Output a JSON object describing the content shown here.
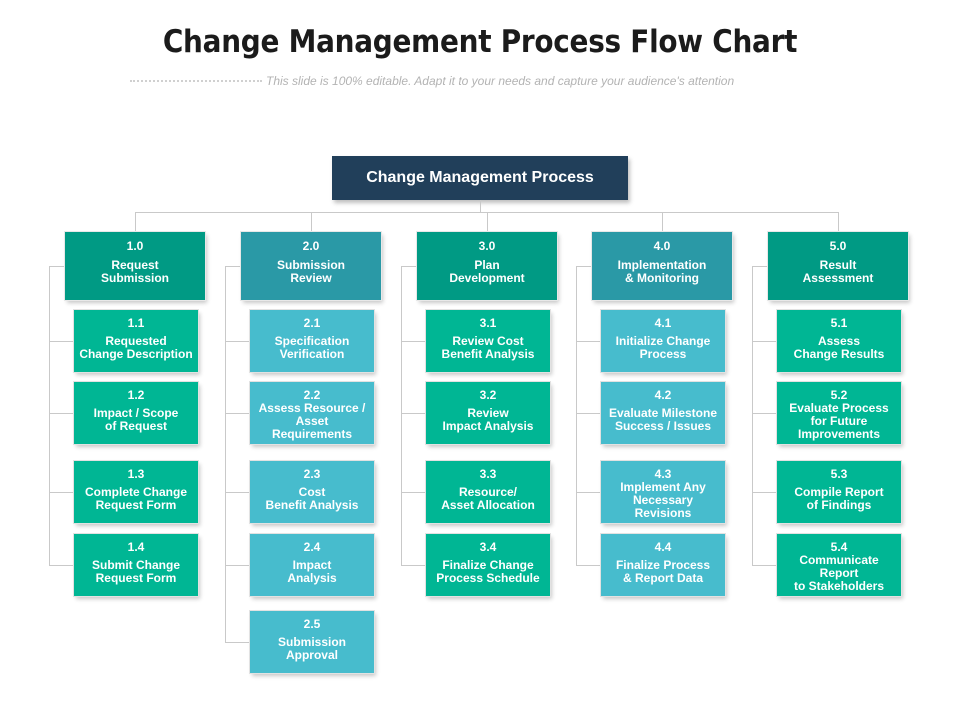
{
  "title": "Change Management Process Flow Chart",
  "subtitle": "This slide is 100% editable. Adapt it to your needs and capture your audience's attention",
  "root": "Change Management Process",
  "colors": {
    "root": "#213f5a",
    "teal_dark": "#009a84",
    "teal_mid": "#2a99a6",
    "green_sub": "#00b694",
    "cyan_sub": "#47bccd"
  },
  "columns": [
    {
      "num": "1.0",
      "label": "Request\nSubmission",
      "head_color": "teal_dark",
      "sub_color": "green_sub",
      "items": [
        {
          "num": "1.1",
          "label": "Requested\nChange Description"
        },
        {
          "num": "1.2",
          "label": "Impact / Scope\nof Request"
        },
        {
          "num": "1.3",
          "label": "Complete Change\nRequest Form"
        },
        {
          "num": "1.4",
          "label": "Submit Change\nRequest Form"
        }
      ]
    },
    {
      "num": "2.0",
      "label": "Submission\nReview",
      "head_color": "teal_mid",
      "sub_color": "cyan_sub",
      "items": [
        {
          "num": "2.1",
          "label": "Specification\nVerification"
        },
        {
          "num": "2.2",
          "label": "Assess Resource /\nAsset\nRequirements"
        },
        {
          "num": "2.3",
          "label": "Cost\nBenefit Analysis"
        },
        {
          "num": "2.4",
          "label": "Impact\nAnalysis"
        },
        {
          "num": "2.5",
          "label": "Submission\nApproval"
        }
      ]
    },
    {
      "num": "3.0",
      "label": "Plan\nDevelopment",
      "head_color": "teal_dark",
      "sub_color": "green_sub",
      "items": [
        {
          "num": "3.1",
          "label": "Review Cost\nBenefit Analysis"
        },
        {
          "num": "3.2",
          "label": "Review\nImpact Analysis"
        },
        {
          "num": "3.3",
          "label": "Resource/\nAsset Allocation"
        },
        {
          "num": "3.4",
          "label": "Finalize Change\nProcess Schedule"
        }
      ]
    },
    {
      "num": "4.0",
      "label": "Implementation\n& Monitoring",
      "head_color": "teal_mid",
      "sub_color": "cyan_sub",
      "items": [
        {
          "num": "4.1",
          "label": "Initialize Change\nProcess"
        },
        {
          "num": "4.2",
          "label": "Evaluate Milestone\nSuccess / Issues"
        },
        {
          "num": "4.3",
          "label": "Implement Any\nNecessary Revisions"
        },
        {
          "num": "4.4",
          "label": "Finalize Process\n& Report Data"
        }
      ]
    },
    {
      "num": "5.0",
      "label": "Result\nAssessment",
      "head_color": "teal_dark",
      "sub_color": "green_sub",
      "items": [
        {
          "num": "5.1",
          "label": "Assess\nChange Results"
        },
        {
          "num": "5.2",
          "label": "Evaluate Process\nfor Future\nImprovements"
        },
        {
          "num": "5.3",
          "label": "Compile Report\nof Findings"
        },
        {
          "num": "5.4",
          "label": "Communicate\nReport\nto Stakeholders"
        }
      ]
    }
  ]
}
